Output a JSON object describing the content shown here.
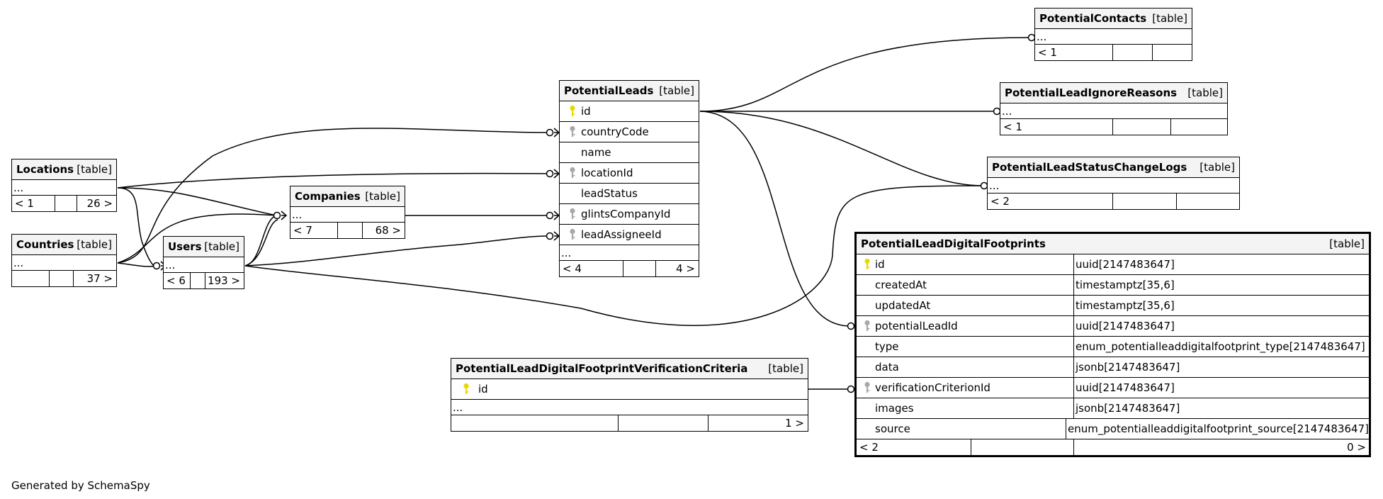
{
  "footer_text": "Generated by SchemaSpy",
  "colors": {
    "primary_key": "#e8d800",
    "foreign_key": "#a8a8a8",
    "header_bg": "#f4f4f4"
  },
  "tables": {
    "potential_contacts": {
      "name": "PotentialContacts",
      "kind": "[table]",
      "dots": "...",
      "footer": [
        "< 1",
        "",
        ""
      ]
    },
    "ignore_reasons": {
      "name": "PotentialLeadIgnoreReasons",
      "kind": "[table]",
      "dots": "...",
      "footer": [
        "< 1",
        "",
        ""
      ]
    },
    "status_logs": {
      "name": "PotentialLeadStatusChangeLogs",
      "kind": "[table]",
      "dots": "...",
      "footer": [
        "< 2",
        "",
        ""
      ]
    },
    "leads": {
      "name": "PotentialLeads",
      "kind": "[table]",
      "columns": [
        {
          "name": "id",
          "icon": "primary-key-icon"
        },
        {
          "name": "countryCode",
          "icon": "foreign-key-icon"
        },
        {
          "name": "name",
          "icon": ""
        },
        {
          "name": "locationId",
          "icon": "foreign-key-icon"
        },
        {
          "name": "leadStatus",
          "icon": ""
        },
        {
          "name": "glintsCompanyId",
          "icon": "foreign-key-icon"
        },
        {
          "name": "leadAssigneeId",
          "icon": "foreign-key-icon"
        }
      ],
      "dots": "...",
      "footer": [
        "< 4",
        "",
        "4 >"
      ]
    },
    "locations": {
      "name": "Locations",
      "kind": "[table]",
      "dots": "...",
      "footer": [
        "< 1",
        "",
        "26 >"
      ]
    },
    "countries": {
      "name": "Countries",
      "kind": "[table]",
      "dots": "...",
      "footer": [
        "",
        "",
        "37 >"
      ]
    },
    "companies": {
      "name": "Companies",
      "kind": "[table]",
      "dots": "...",
      "footer": [
        "< 7",
        "",
        "68 >"
      ]
    },
    "users": {
      "name": "Users",
      "kind": "[table]",
      "dots": "...",
      "footer": [
        "< 6",
        "",
        "193 >"
      ]
    },
    "digital_footprints": {
      "name": "PotentialLeadDigitalFootprints",
      "kind": "[table]",
      "columns": [
        {
          "name": "id",
          "type": "uuid[2147483647]",
          "icon": "primary-key-icon"
        },
        {
          "name": "createdAt",
          "type": "timestamptz[35,6]",
          "icon": ""
        },
        {
          "name": "updatedAt",
          "type": "timestamptz[35,6]",
          "icon": ""
        },
        {
          "name": "potentialLeadId",
          "type": "uuid[2147483647]",
          "icon": "foreign-key-icon"
        },
        {
          "name": "type",
          "type": "enum_potentialleaddigitalfootprint_type[2147483647]",
          "icon": ""
        },
        {
          "name": "data",
          "type": "jsonb[2147483647]",
          "icon": ""
        },
        {
          "name": "verificationCriterionId",
          "type": "uuid[2147483647]",
          "icon": "foreign-key-icon"
        },
        {
          "name": "images",
          "type": "jsonb[2147483647]",
          "icon": ""
        },
        {
          "name": "source",
          "type": "enum_potentialleaddigitalfootprint_source[2147483647]",
          "icon": ""
        }
      ],
      "footer": [
        "< 2",
        "",
        "0 >"
      ]
    },
    "verification_criteria": {
      "name": "PotentialLeadDigitalFootprintVerificationCriteria",
      "kind": "[table]",
      "columns": [
        {
          "name": "id",
          "icon": "primary-key-icon"
        }
      ],
      "dots": "...",
      "footer": [
        "",
        "",
        "1 >"
      ]
    }
  }
}
